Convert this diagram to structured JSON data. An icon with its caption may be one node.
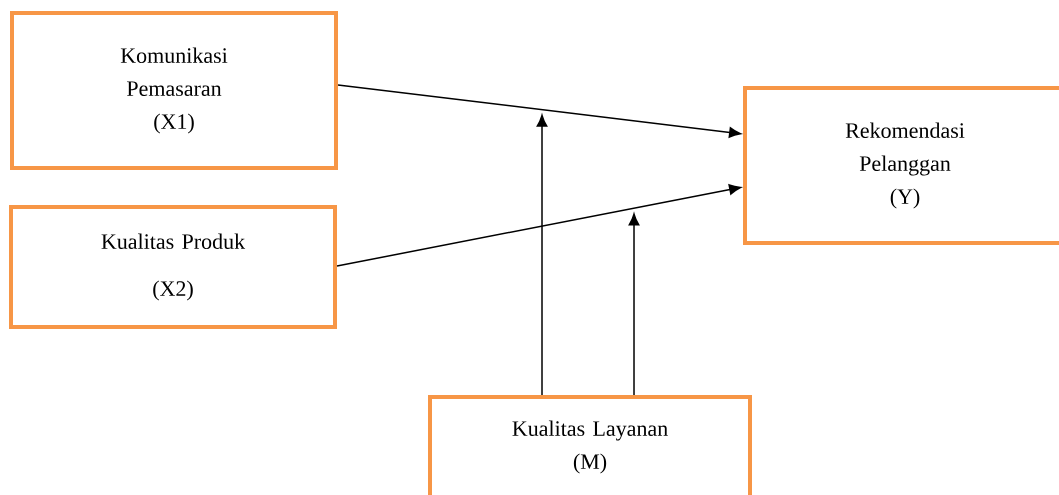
{
  "diagram": {
    "nodes": [
      {
        "text": [
          "Komunikasi Pemasaran",
          "(X1)"
        ]
      },
      {
        "text": [
          "Rekomendasi Pelanggan",
          "(Y)"
        ]
      },
      {
        "text": [
          "Kualitas Produk",
          "(X2)"
        ]
      },
      {
        "text": [
          "Kualitas Layanan",
          "(M)"
        ]
      }
    ],
    "edges": [
      {
        "from": 0,
        "to": 1,
        "arrow": "to"
      },
      {
        "from": 2,
        "to": 1,
        "arrow": "to"
      },
      {
        "from": 3,
        "to": null,
        "arrow": "to"
      },
      {
        "from": 3,
        "to": null,
        "arrow": "to"
      }
    ]
  }
}
